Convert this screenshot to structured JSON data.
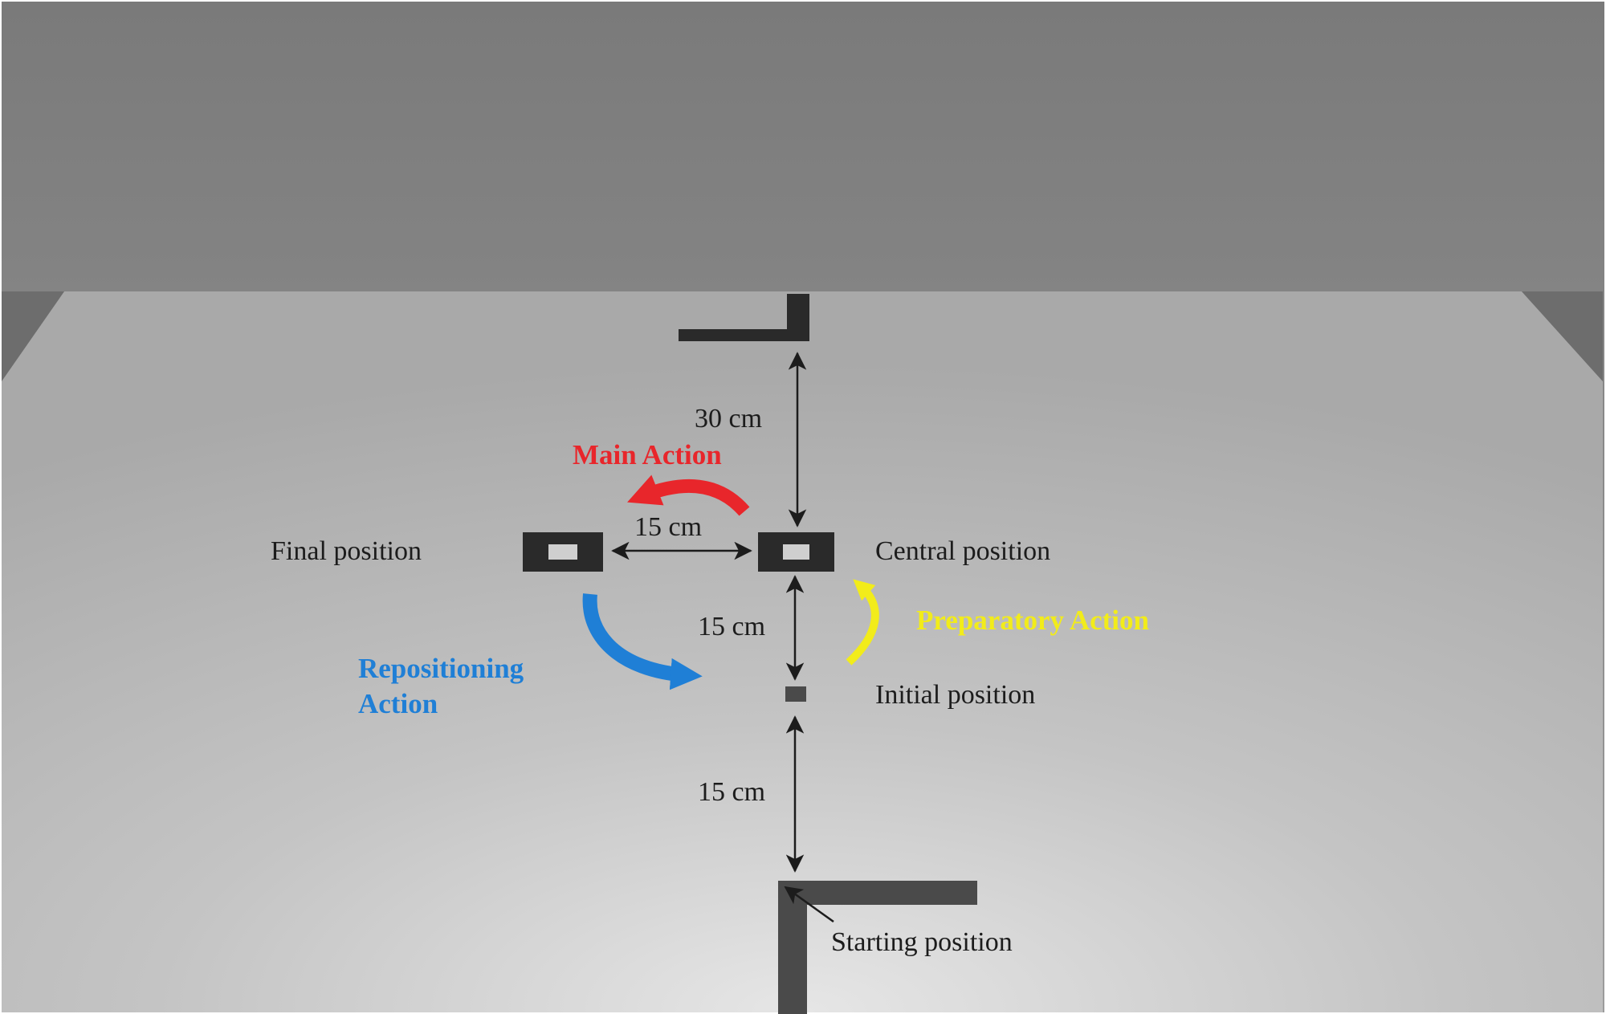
{
  "labels": {
    "final": "Final position",
    "central": "Central position",
    "initial": "Initial position",
    "starting": "Starting position"
  },
  "distances": {
    "top": "30 cm",
    "horizontal": "15 cm",
    "middle": "15 cm",
    "bottom": "15 cm"
  },
  "actions": {
    "main": "Main Action",
    "preparatory": "Preparatory Action",
    "repositioning_line1": "Repositioning",
    "repositioning_line2": "Action"
  },
  "colors": {
    "main_action": "#e8262b",
    "preparatory_action": "#f2ec1a",
    "repositioning_action": "#1f7fd6",
    "table": "#b8b8b8",
    "wall": "#8c8c8c",
    "markers": "#2a2a2a"
  }
}
